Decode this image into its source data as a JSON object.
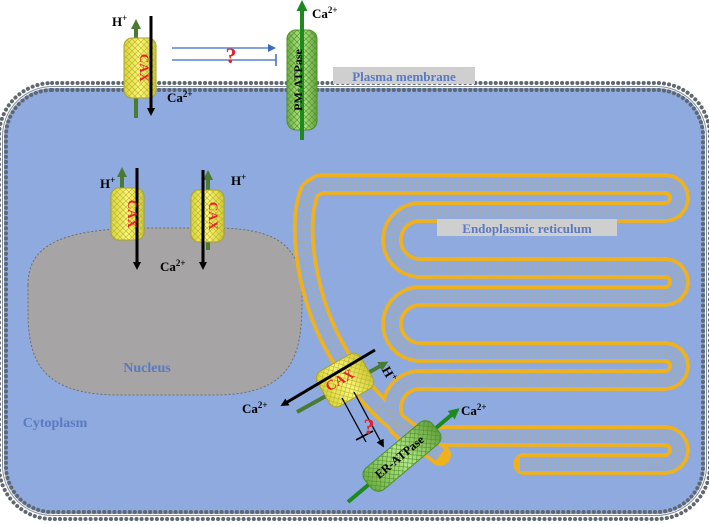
{
  "labels": {
    "plasma_membrane": "Plasma membrane",
    "endoplasmic_reticulum": "Endoplasmic reticulum",
    "nucleus": "Nucleus",
    "cytoplasm": "Cytoplasm"
  },
  "transporters": {
    "cax": "CAX",
    "pm_atpase": "PM-ATPase",
    "er_atpase": "ER-ATPase"
  },
  "ions": {
    "h_base": "H",
    "h_sup": "+",
    "ca_base": "Ca",
    "ca_sup": "2+"
  },
  "unknown_mark": "?",
  "colors": {
    "cytoplasm": "#8eaadf",
    "cell_wall_head": "#5f6770",
    "nucleus": "#a6a4a4",
    "er_head": "#f0b21c",
    "cax_fill": "#f5f06a",
    "cax_text": "#e8202a",
    "atpase_fill": "#9bd46a",
    "arrow_green": "#4b7a34",
    "arrow_green_bright": "#1e8a1e",
    "label_blue": "#5a79c2",
    "label_box": "#cfcfcf",
    "question": "#e8202a",
    "inhibit_line": "#3a6bc4"
  }
}
